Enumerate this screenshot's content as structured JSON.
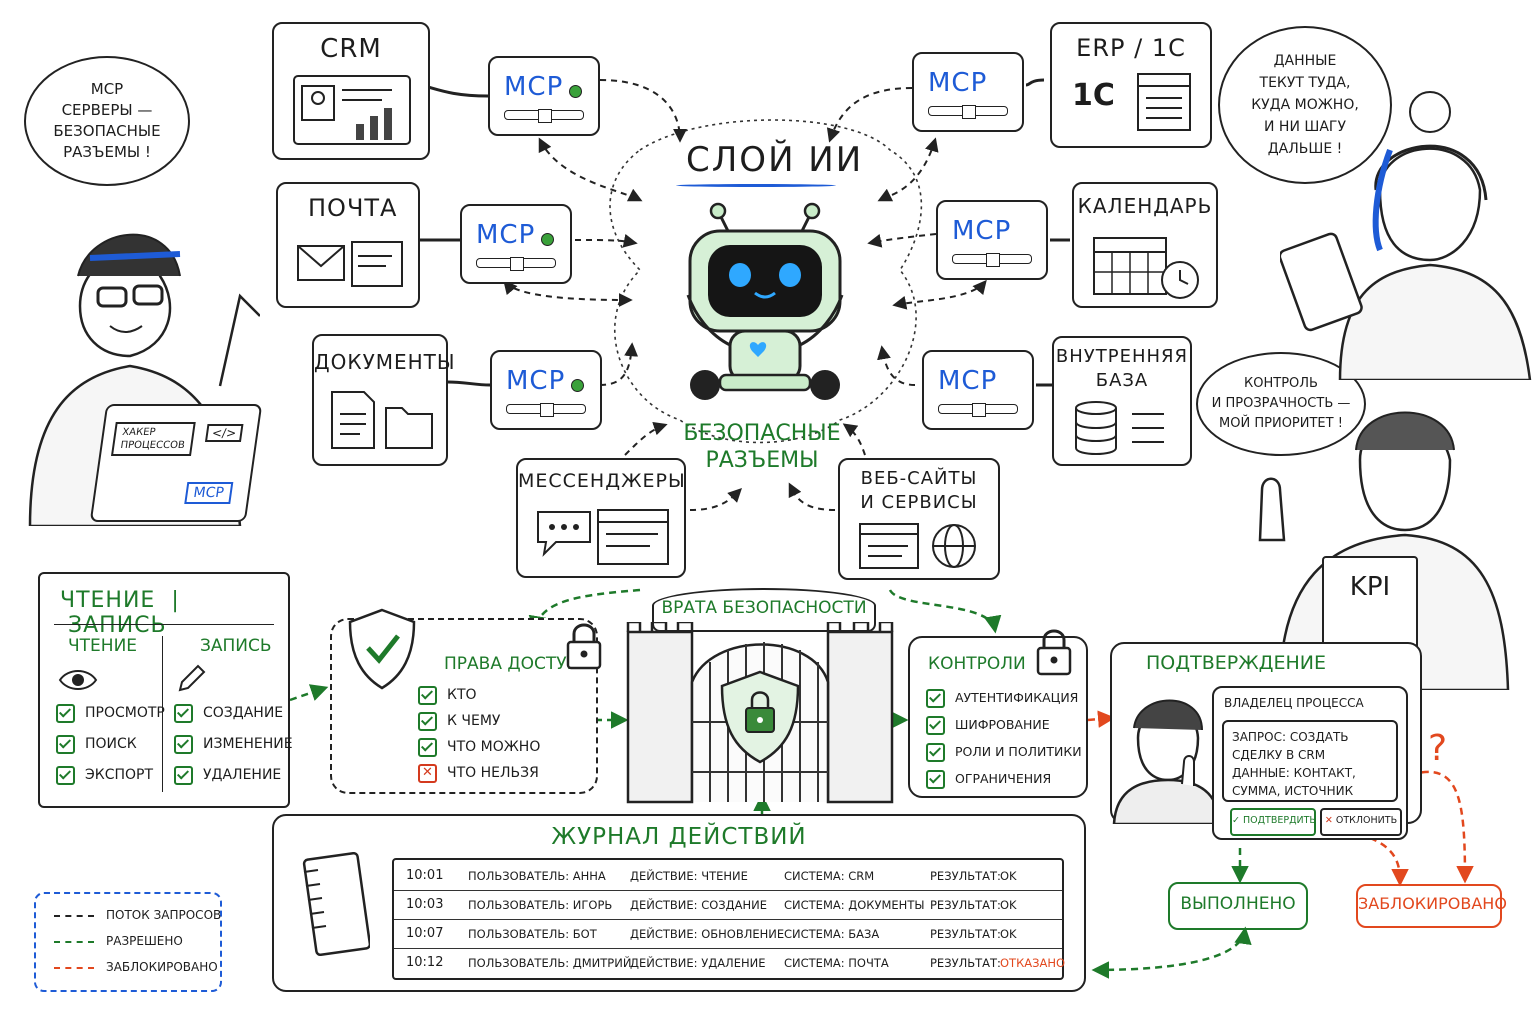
{
  "center": {
    "title": "СЛОЙ ИИ",
    "subtitle": "БЕЗОПАСНЫЕ РАЗЪЕМЫ"
  },
  "mcp_label": "MCP",
  "systems": {
    "crm": "CRM",
    "mail": "ПОЧТА",
    "docs": "ДОКУМЕНТЫ",
    "erp": "ERP / 1C",
    "erp_logo": "1C",
    "calendar": "КАЛЕНДАРЬ",
    "internal_db_1": "ВНУТРЕННЯЯ",
    "internal_db_2": "БАЗА",
    "messengers": "МЕССЕНДЖЕРЫ",
    "web_1": "ВЕБ-САЙТЫ",
    "web_2": "И СЕРВИСЫ"
  },
  "bubbles": {
    "hacker": [
      "MCP",
      "СЕРВЕРЫ —",
      "БЕЗОПАСНЫЕ",
      "РАЗЪЕМЫ !"
    ],
    "woman": [
      "ДАННЫЕ",
      "ТЕКУТ ТУДА,",
      "КУДА МОЖНО,",
      "И НИ ШАГУ",
      "ДАЛЬШЕ !"
    ],
    "man": [
      "КОНТРОЛЬ",
      "И ПРОЗРАЧНОСТЬ —",
      "МОЙ ПРИОРИТЕТ !"
    ]
  },
  "hacker_laptop": {
    "sticker": [
      "ХАКЕР",
      "ПРОЦЕССОВ"
    ],
    "code_icon": "</>",
    "mcp": "MCP"
  },
  "kpi_label": "KPI",
  "read_write": {
    "title_read": "ЧТЕНИЕ",
    "title_write": "ЗАПИСЬ",
    "read_header": "ЧТЕНИЕ",
    "write_header": "ЗАПИСЬ",
    "read_items": [
      "ПРОСМОТР",
      "ПОИСК",
      "ЭКСПОРТ"
    ],
    "write_items": [
      "СОЗДАНИЕ",
      "ИЗМЕНЕНИЕ",
      "УДАЛЕНИЕ"
    ]
  },
  "access": {
    "title": "ПРАВА ДОСТУПА",
    "items": [
      {
        "label": "КТО",
        "status": "ok"
      },
      {
        "label": "К ЧЕМУ",
        "status": "ok"
      },
      {
        "label": "ЧТО МОЖНО",
        "status": "ok"
      },
      {
        "label": "ЧТО НЕЛЬЗЯ",
        "status": "deny"
      }
    ]
  },
  "gate": {
    "title": "ВРАТА БЕЗОПАСНОСТИ"
  },
  "controls": {
    "title": "КОНТРОЛИ",
    "items": [
      "АУТЕНТИФИКАЦИЯ",
      "ШИФРОВАНИЕ",
      "РОЛИ И ПОЛИТИКИ",
      "ОГРАНИЧЕНИЯ"
    ]
  },
  "confirm": {
    "title": "ПОДТВЕРЖДЕНИЕ",
    "owner": "ВЛАДЕЛЕЦ ПРОЦЕССА",
    "request_lines": [
      "ЗАПРОС: СОЗДАТЬ",
      "СДЕЛКУ В CRM",
      "ДАННЫЕ: КОНТАКТ,",
      "СУММА, ИСТОЧНИК"
    ],
    "approve": "ПОДТВЕРДИТЬ",
    "reject": "ОТКЛОНИТЬ",
    "question_mark": "?",
    "done": "ВЫПОЛНЕНО",
    "blocked": "ЗАБЛОКИРОВАНО"
  },
  "log": {
    "title": "ЖУРНАЛ ДЕЙСТВИЙ",
    "rows": [
      {
        "time": "10:01",
        "user": "ПОЛЬЗОВАТЕЛЬ: АННА",
        "action": "ДЕЙСТВИЕ: ЧТЕНИЕ",
        "system": "СИСТЕМА: CRM",
        "result_prefix": "РЕЗУЛЬТАТ:",
        "result": "OK"
      },
      {
        "time": "10:03",
        "user": "ПОЛЬЗОВАТЕЛЬ: ИГОРЬ",
        "action": "ДЕЙСТВИЕ: СОЗДАНИЕ",
        "system": "СИСТЕМА: ДОКУМЕНТЫ",
        "result_prefix": "РЕЗУЛЬТАТ:",
        "result": "OK"
      },
      {
        "time": "10:07",
        "user": "ПОЛЬЗОВАТЕЛЬ: БОТ",
        "action": "ДЕЙСТВИЕ: ОБНОВЛЕНИЕ",
        "system": "СИСТЕМА: БАЗА",
        "result_prefix": "РЕЗУЛЬТАТ:",
        "result": "OK"
      },
      {
        "time": "10:12",
        "user": "ПОЛЬЗОВАТЕЛЬ: ДМИТРИЙ",
        "action": "ДЕЙСТВИЕ: УДАЛЕНИЕ",
        "system": "СИСТЕМА: ПОЧТА",
        "result_prefix": "РЕЗУЛЬТАТ:",
        "result": "ОТКАЗАНО"
      }
    ]
  },
  "legend": {
    "items": [
      {
        "label": "ПОТОК ЗАПРОСОВ",
        "color": "#222222"
      },
      {
        "label": "РАЗРЕШЕНО",
        "color": "#1e7a2a"
      },
      {
        "label": "ЗАБЛОКИРОВАНО",
        "color": "#e2481e"
      }
    ]
  },
  "colors": {
    "accent_blue": "#1e5bd6",
    "allowed_green": "#1e7a2a",
    "blocked_red": "#e2481e",
    "robot_green": "#c9ecc9"
  }
}
